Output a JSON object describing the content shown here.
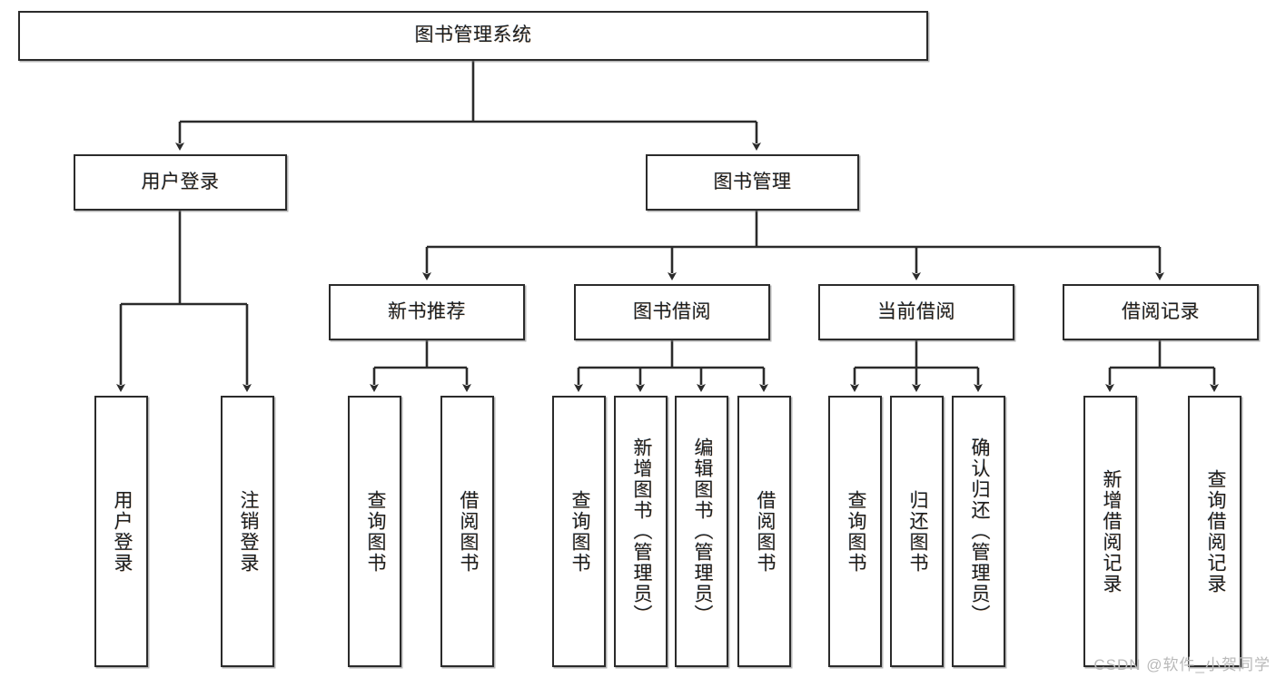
{
  "diagram": {
    "title": "图书管理系统",
    "type": "tree-hierarchy",
    "watermark": "CSDN @软件_小贺同学",
    "colors": {
      "node_border": "#2b2b2b",
      "node_fill": "#ffffff",
      "connector": "#2b2b2b",
      "text": "#1d1d1d",
      "watermark": "#b9b9b9"
    },
    "nodes": {
      "root": {
        "label": "图书管理系统"
      },
      "level1": [
        {
          "label": "用户登录"
        },
        {
          "label": "图书管理"
        }
      ],
      "level2": [
        {
          "label": "新书推荐"
        },
        {
          "label": "图书借阅"
        },
        {
          "label": "当前借阅"
        },
        {
          "label": "借阅记录"
        }
      ],
      "leaves": [
        {
          "label": "用户登录"
        },
        {
          "label": "注销登录"
        },
        {
          "label": "查询图书"
        },
        {
          "label": "借阅图书"
        },
        {
          "label": "查询图书"
        },
        {
          "label": "新增图书（管理员）"
        },
        {
          "label": "编辑图书（管理员）"
        },
        {
          "label": "借阅图书"
        },
        {
          "label": "查询图书"
        },
        {
          "label": "归还图书"
        },
        {
          "label": "确认归还（管理员）"
        },
        {
          "label": "新增借阅记录"
        },
        {
          "label": "查询借阅记录"
        }
      ]
    },
    "edges": [
      {
        "from": "图书管理系统",
        "to": "用户登录"
      },
      {
        "from": "图书管理系统",
        "to": "图书管理"
      },
      {
        "from": "用户登录",
        "to": "用户登录"
      },
      {
        "from": "用户登录",
        "to": "注销登录"
      },
      {
        "from": "图书管理",
        "to": "新书推荐"
      },
      {
        "from": "图书管理",
        "to": "图书借阅"
      },
      {
        "from": "图书管理",
        "to": "当前借阅"
      },
      {
        "from": "图书管理",
        "to": "借阅记录"
      },
      {
        "from": "新书推荐",
        "to": "查询图书"
      },
      {
        "from": "新书推荐",
        "to": "借阅图书"
      },
      {
        "from": "图书借阅",
        "to": "查询图书"
      },
      {
        "from": "图书借阅",
        "to": "新增图书（管理员）"
      },
      {
        "from": "图书借阅",
        "to": "编辑图书（管理员）"
      },
      {
        "from": "图书借阅",
        "to": "借阅图书"
      },
      {
        "from": "当前借阅",
        "to": "查询图书"
      },
      {
        "from": "当前借阅",
        "to": "归还图书"
      },
      {
        "from": "当前借阅",
        "to": "确认归还（管理员）"
      },
      {
        "from": "借阅记录",
        "to": "新增借阅记录"
      },
      {
        "from": "借阅记录",
        "to": "查询借阅记录"
      }
    ]
  }
}
